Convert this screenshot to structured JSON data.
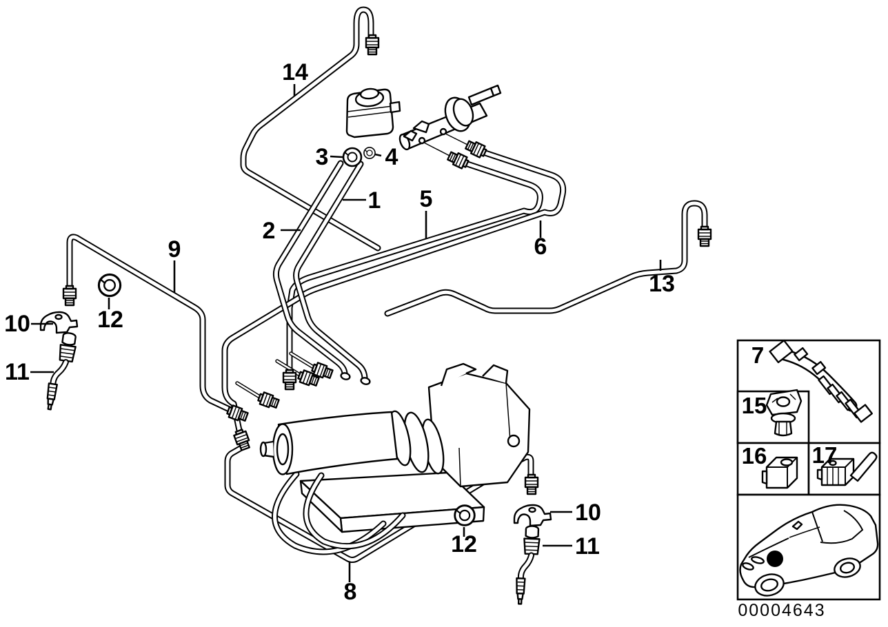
{
  "figure": {
    "part_number": "00004643",
    "callouts": {
      "n1": "1",
      "n2": "2",
      "n3": "3",
      "n4": "4",
      "n5": "5",
      "n6": "6",
      "n8": "8",
      "n9": "9",
      "n10_left": "10",
      "n10_right": "10",
      "n11_left": "11",
      "n11_right": "11",
      "n12_left": "12",
      "n12_bottom": "12",
      "n13": "13",
      "n14": "14"
    },
    "legend": {
      "n7": "7",
      "n15": "15",
      "n16": "16",
      "n17": "17"
    }
  }
}
